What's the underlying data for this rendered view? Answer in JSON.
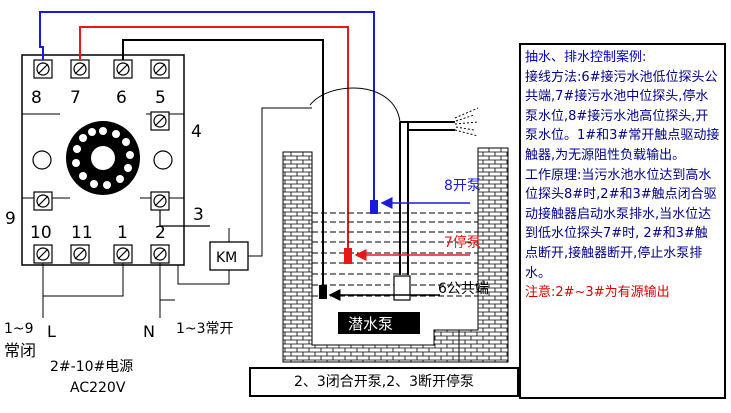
{
  "terminals": {
    "t8": "8",
    "t7": "7",
    "t6": "6",
    "t5": "5",
    "t4": "4",
    "t9": "9",
    "t3": "3",
    "t10": "10",
    "t11": "11",
    "t1": "1",
    "t2": "2"
  },
  "relay": {
    "km_label": "KM"
  },
  "power": {
    "nc_label": "1~9\n常闭",
    "l_label": "L",
    "n_label": "N",
    "no_label": "1~3常开",
    "source_label": "2#-10#电源",
    "voltage_label": "AC220V"
  },
  "tank": {
    "probe8_label": "8开泵",
    "probe7_label": "7停泵",
    "probe6_label": "6公共端",
    "pump_label": "潜水泵"
  },
  "info": {
    "title": "抽水、排水控制案例:",
    "method": "接线方法:6#接污水池低位探头公共端,7#接污水池中位探头,停水泵水位,8#接污水池高位探头,开泵水位。1#和3#常开触点驱动接触器,为无源阻性负载输出。",
    "principle": "工作原理:当污水池水位达到高水位探头8#时,2#和3#触点闭合驱动接触器启动水泵排水,当水位达到低水位探头7#时, 2#和3#触点断开,接触器断开,停止水泵排水。",
    "note": "注意:2#~3#为有源输出"
  },
  "caption": "2、3闭合开泵,2、3断开停泵",
  "colors": {
    "blue_wire": "#1a1adc",
    "red_wire": "#e81818",
    "black_wire": "#000000",
    "info_text": "#00008b",
    "note_text": "#e00000"
  }
}
